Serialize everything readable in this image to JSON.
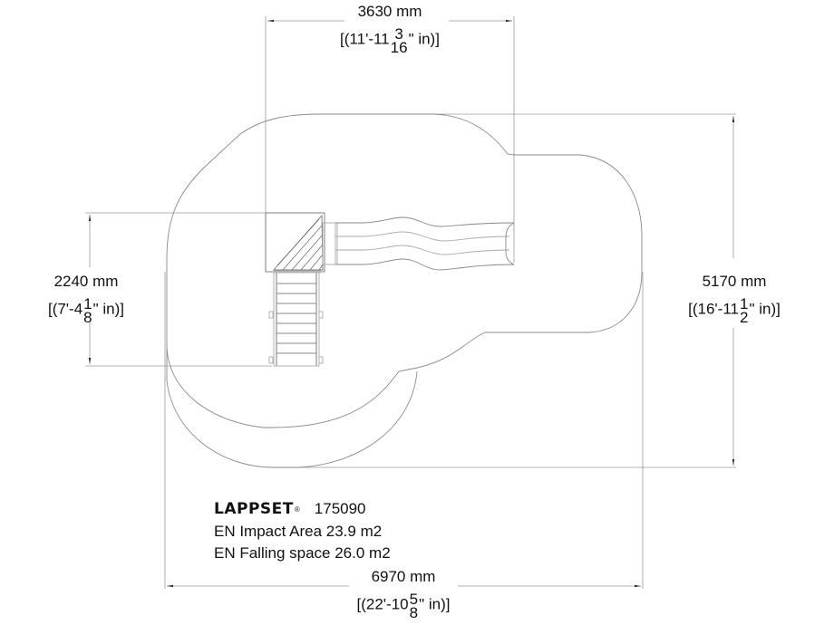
{
  "drawing": {
    "line_color": "#8a8a8a",
    "text_color": "#111111",
    "dimensions": {
      "top_width": {
        "mm": "3630 mm",
        "imperial_prefix": "[(11'-11",
        "frac_num": "3",
        "frac_den": "16",
        "imperial_suffix": "\" in)]"
      },
      "left_height": {
        "mm": "2240 mm",
        "imperial_prefix": "[(7'-4",
        "frac_num": "1",
        "frac_den": "8",
        "imperial_suffix": "\" in)]"
      },
      "right_height": {
        "mm": "5170 mm",
        "imperial_prefix": "[(16'-11",
        "frac_num": "1",
        "frac_den": "2",
        "imperial_suffix": "\" in)]"
      },
      "bottom_width": {
        "mm": "6970 mm",
        "imperial_prefix": "[(22'-10",
        "frac_num": "5",
        "frac_den": "8",
        "imperial_suffix": "\" in)]"
      }
    },
    "info": {
      "brand": "LAPPSET",
      "registered_mark": "®",
      "product_code": "175090",
      "impact_area": "EN Impact Area 23.9 m2",
      "falling_space": "EN Falling space 26.0 m2"
    }
  }
}
